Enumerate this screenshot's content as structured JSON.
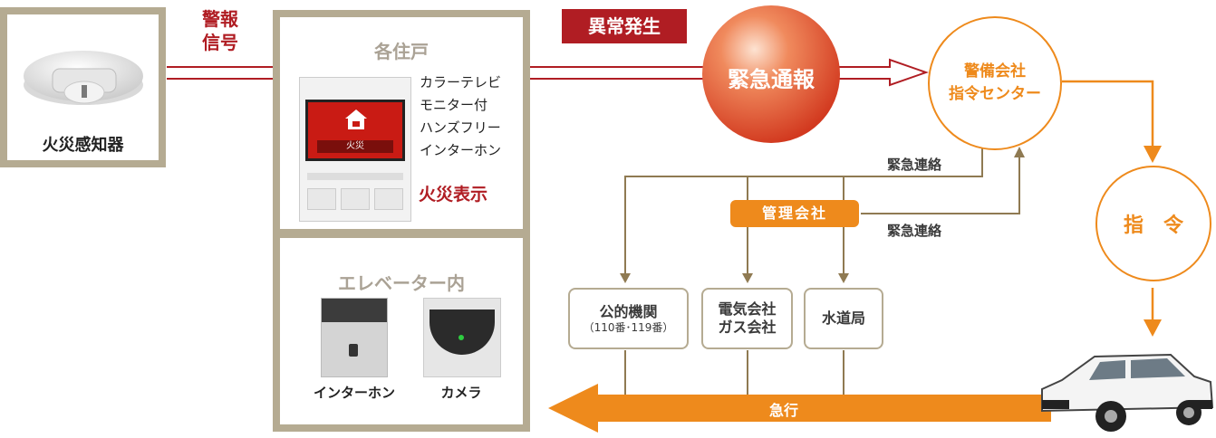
{
  "detector": {
    "label": "火災感知器"
  },
  "alarm_signal": {
    "line1": "警報",
    "line2": "信号"
  },
  "residence": {
    "title": "各住戸",
    "monitor_desc": [
      "カラーテレビ",
      "モニター付",
      "ハンズフリー",
      "インターホン"
    ],
    "screen_text": "火災",
    "fire_display": "火災表示"
  },
  "elevator": {
    "title": "エレベーター内",
    "intercom_label": "インターホン",
    "camera_label": "カメラ"
  },
  "abnormal": {
    "label": "異常発生"
  },
  "emergency_report": {
    "label": "緊急通報"
  },
  "security_center": {
    "line1": "警備会社",
    "line2": "指令センター"
  },
  "emergency_contact_1": "緊急連絡",
  "emergency_contact_2": "緊急連絡",
  "management": {
    "label": "管理会社"
  },
  "command": {
    "label": "指　令"
  },
  "destinations": [
    {
      "line1": "公的機関",
      "line2": "（110番･119番）"
    },
    {
      "line1": "電気会社",
      "line2": "ガス会社"
    },
    {
      "line1": "水道局",
      "line2": ""
    }
  ],
  "rush": {
    "label": "急行"
  },
  "colors": {
    "frame": "#b5ab92",
    "red": "#b01d23",
    "orange": "#ee8a1c",
    "line": "#8f7a52"
  }
}
